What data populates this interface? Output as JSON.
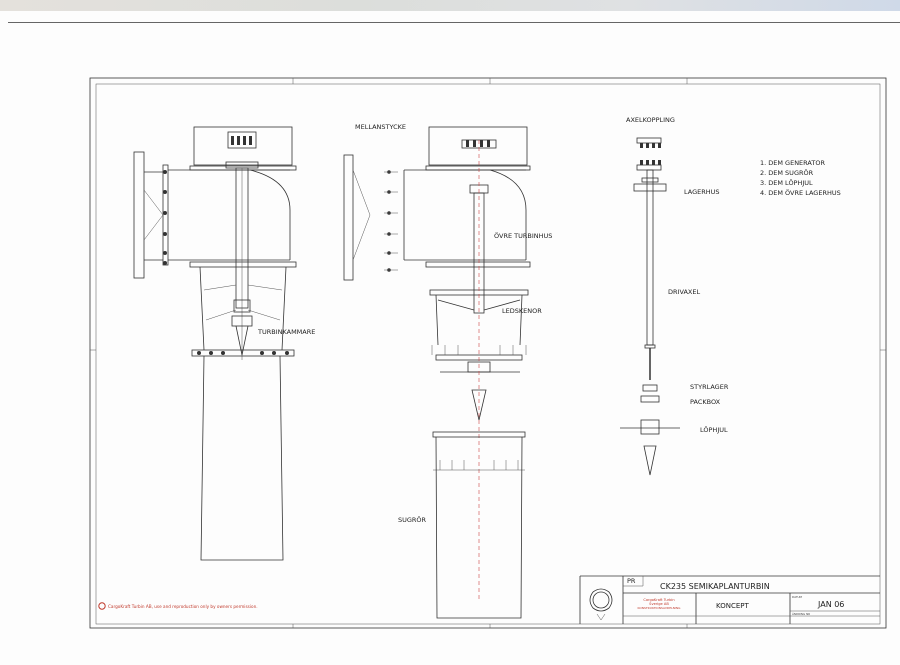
{
  "drawing": {
    "labels": {
      "mellanstycke": "MELLANSTYCKE",
      "axelkoppling": "AXELKOPPLING",
      "lagerhus": "LAGERHUS",
      "ovre_turbinhus": "ÖVRE TURBINHUS",
      "drivaxel": "DRIVAXEL",
      "ledskenor": "LEDSKENOR",
      "turbinkammare": "TURBINKAMMARE",
      "styrlager": "STYRLAGER",
      "packbox": "PACKBOX",
      "lophjul": "LÖPHJUL",
      "sugror": "SUGRÖR"
    },
    "notes": [
      "1. DEM GENERATOR",
      "2. DEM SUGRÖR",
      "3. DEM LÖPHJUL",
      "4. DEM ÖVRE LAGERHUS"
    ],
    "copyright": "CargoKraft Turbin AB, use and reproduction only by owners permission."
  },
  "title_block": {
    "pr_label": "PR",
    "title": "CK235 SEMIKAPLANTURBIN",
    "company_line1": "CargoKraft Turbin",
    "company_line2": "Sverige AB",
    "company_line3": "KONSTRUKTIONSAVDELNING",
    "status": "KONCEPT",
    "date_label": "DATUM",
    "date": "JAN 06",
    "revision_label": "ÄNDRING NR"
  },
  "colors": {
    "copyright": "#c0392b",
    "line": "#333333"
  }
}
